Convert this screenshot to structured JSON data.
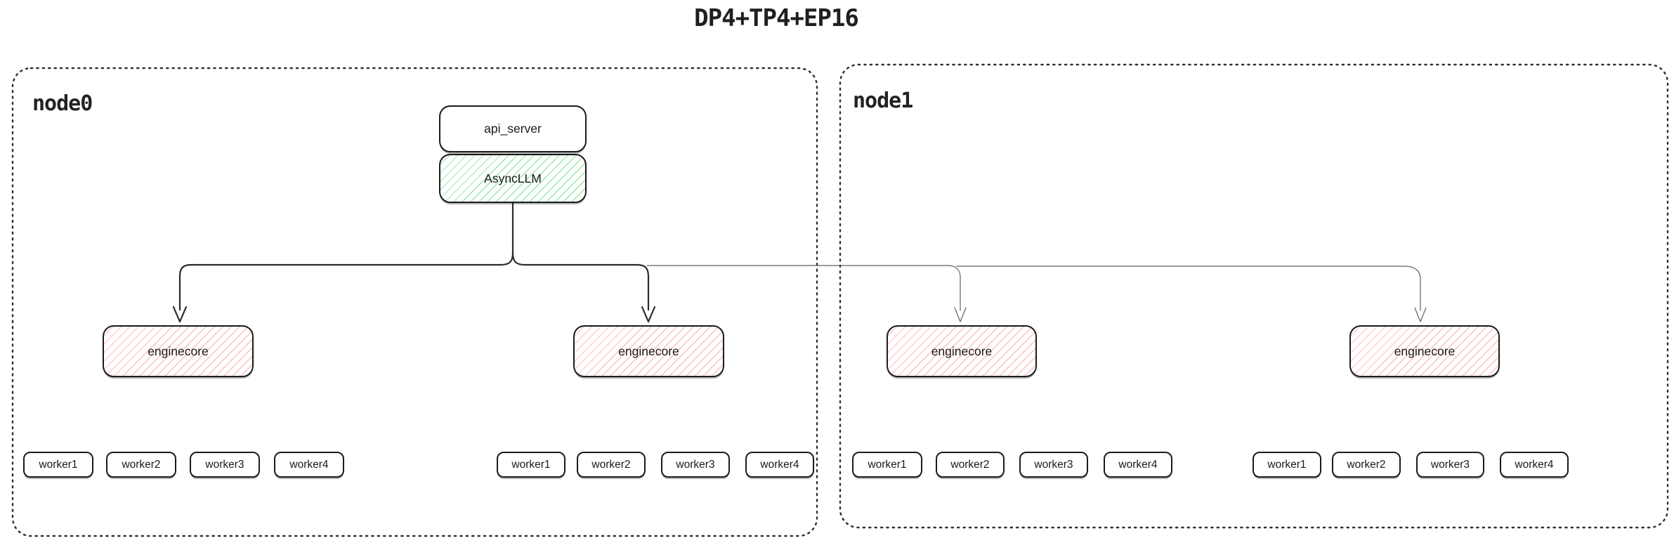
{
  "title": "DP4+TP4+EP16",
  "colors": {
    "node_border": "#2e2e2e",
    "box_border": "#1b1b1b",
    "connector_bold": "#2b2b2b",
    "connector_thin": "#616161",
    "green_hatch": "#69db7c",
    "red_hatch": "#ff8c8c"
  },
  "nodes": [
    {
      "label": "node0",
      "api_server_label": "api_server",
      "asyncllm_label": "AsyncLLM",
      "enginecores": [
        {
          "label": "enginecore",
          "workers": [
            "worker1",
            "worker2",
            "worker3",
            "worker4"
          ]
        },
        {
          "label": "enginecore",
          "workers": [
            "worker1",
            "worker2",
            "worker3",
            "worker4"
          ]
        }
      ]
    },
    {
      "label": "node1",
      "enginecores": [
        {
          "label": "enginecore",
          "workers": [
            "worker1",
            "worker2",
            "worker3",
            "worker4"
          ]
        },
        {
          "label": "enginecore",
          "workers": [
            "worker1",
            "worker2",
            "worker3",
            "worker4"
          ]
        }
      ]
    }
  ]
}
